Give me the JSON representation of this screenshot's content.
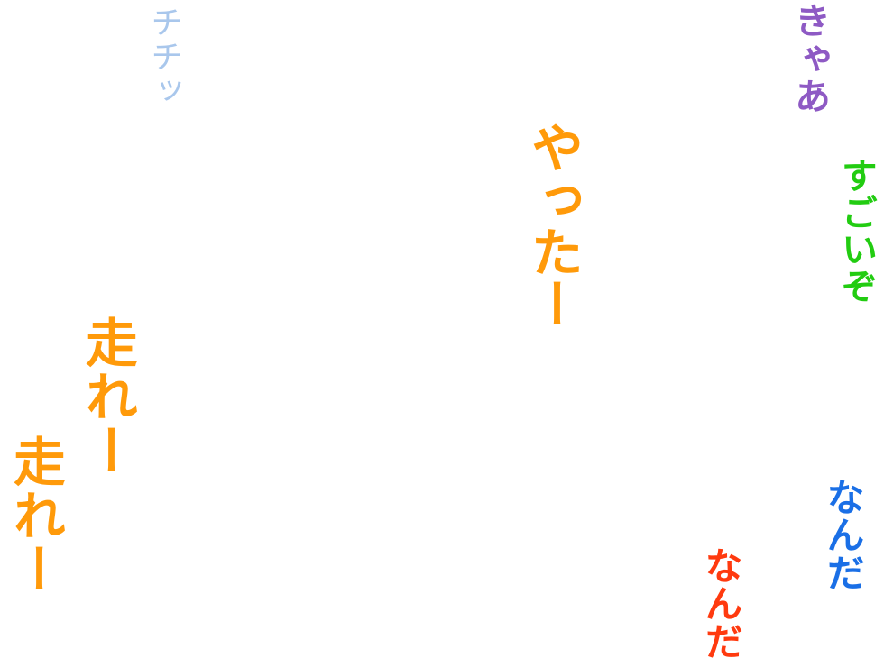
{
  "words": {
    "chichi": {
      "text": "チチッ",
      "color": "#a9c7ec"
    },
    "kyaa": {
      "text": "きゃあ",
      "color": "#8e5ac4"
    },
    "yatta": {
      "text": "やったー",
      "color": "#ff9a0a"
    },
    "sugoize": {
      "text": "すごいぞ",
      "color": "#22cc11"
    },
    "hashire1": {
      "text": "走れー",
      "color": "#ff9a0a"
    },
    "hashire2": {
      "text": "走れー",
      "color": "#ff9a0a"
    },
    "nanda1": {
      "text": "なんだ",
      "color": "#1a6fe6"
    },
    "nanda2": {
      "text": "なんだ",
      "color": "#ff3a0f"
    }
  }
}
